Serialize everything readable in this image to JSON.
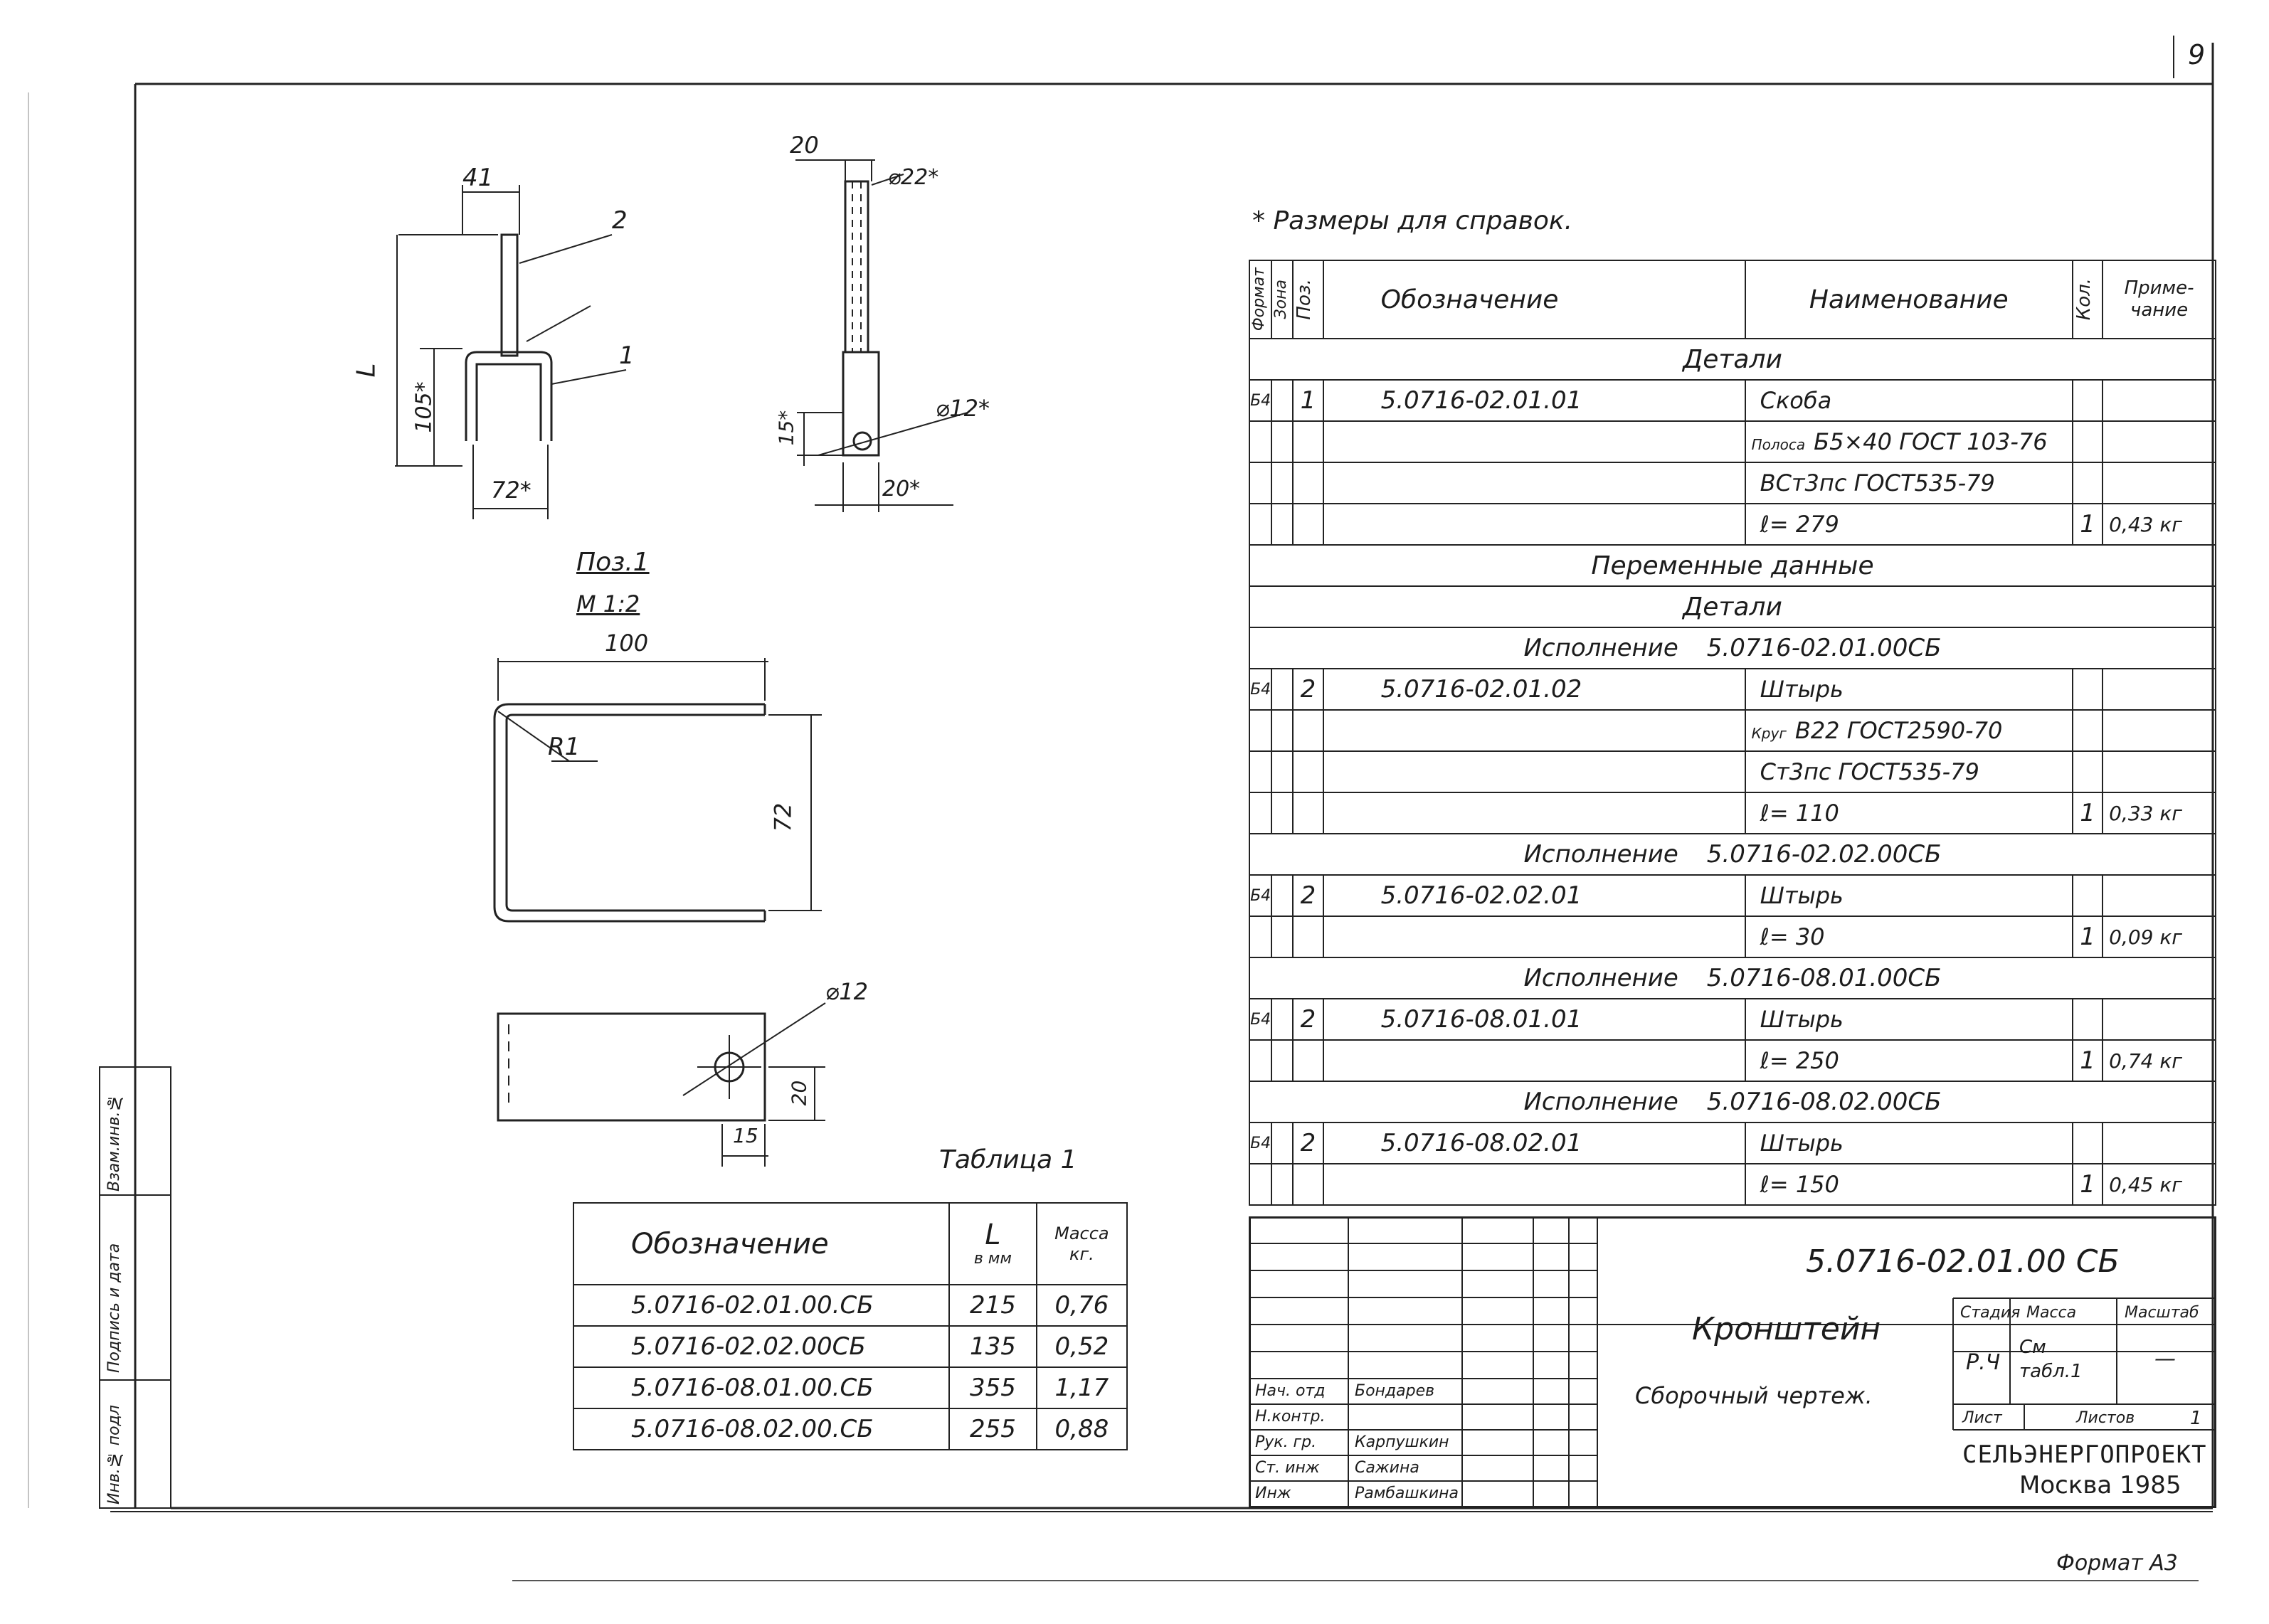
{
  "page_number": "9",
  "note": "* Размеры для справок.",
  "format_label": "Формат А3",
  "side_strip": [
    "Инв.№ подл",
    "Подпись и дата",
    "Взам.инв.№"
  ],
  "pos1": {
    "title": "Поз.1",
    "scale": "М 1:2"
  },
  "dims": {
    "assembly_side": {
      "w41": "41",
      "h105": "105*",
      "L": "L",
      "w72": "72*",
      "lbl2": "2",
      "lbl1": "1"
    },
    "assembly_front": {
      "w20top": "20",
      "d22": "⌀22*",
      "h15": "15*",
      "d12": "⌀12*",
      "w20bot": "20*"
    },
    "part1": {
      "w100": "100",
      "r1": "R1",
      "h72": "72"
    },
    "part1_plan": {
      "d12": "⌀12",
      "h20": "20",
      "w15": "15"
    }
  },
  "table1": {
    "title": "Таблица 1",
    "headers": {
      "designation": "Обозначение",
      "L": "L",
      "L_unit": "в мм",
      "mass": "Масса",
      "mass_unit": "кг."
    },
    "rows": [
      {
        "designation": "5.0716-02.01.00.СБ",
        "L": "215",
        "mass": "0,76"
      },
      {
        "designation": "5.0716-02.02.00СБ",
        "L": "135",
        "mass": "0,52"
      },
      {
        "designation": "5.0716-08.01.00.СБ",
        "L": "355",
        "mass": "1,17"
      },
      {
        "designation": "5.0716-08.02.00.СБ",
        "L": "255",
        "mass": "0,88"
      }
    ]
  },
  "spec": {
    "headers": {
      "format": "Формат",
      "zone": "Зона",
      "pos": "Поз.",
      "designation": "Обозначение",
      "name": "Наименование",
      "qty": "Кол.",
      "note": "Приме-чание"
    },
    "rows": [
      {
        "type": "section",
        "text": "Детали"
      },
      {
        "fmt": "Б4",
        "pos": "1",
        "des": "5.0716-02.01.01",
        "name": "Скоба",
        "qty": "",
        "note": ""
      },
      {
        "fmt": "",
        "pos": "",
        "des": "",
        "name": "Б5×40 ГОСТ 103-76",
        "qty": "",
        "note": "",
        "prefix": "Полоса"
      },
      {
        "fmt": "",
        "pos": "",
        "des": "",
        "name": "ВСт3пс ГОСТ535-79",
        "qty": "",
        "note": ""
      },
      {
        "fmt": "",
        "pos": "",
        "des": "",
        "name": "ℓ= 279",
        "qty": "1",
        "note": "0,43 кг"
      },
      {
        "type": "section",
        "text": "Переменные данные"
      },
      {
        "type": "section",
        "text": "Детали"
      },
      {
        "type": "exec",
        "label": "Исполнение",
        "code": "5.0716-02.01.00СБ"
      },
      {
        "fmt": "Б4",
        "pos": "2",
        "des": "5.0716-02.01.02",
        "name": "Штырь",
        "qty": "",
        "note": ""
      },
      {
        "fmt": "",
        "pos": "",
        "des": "",
        "name": "В22 ГОСТ2590-70",
        "qty": "",
        "note": "",
        "prefix": "Круг"
      },
      {
        "fmt": "",
        "pos": "",
        "des": "",
        "name": "Ст3пс ГОСТ535-79",
        "qty": "",
        "note": ""
      },
      {
        "fmt": "",
        "pos": "",
        "des": "",
        "name": "ℓ= 110",
        "qty": "1",
        "note": "0,33 кг"
      },
      {
        "type": "exec",
        "label": "Исполнение",
        "code": "5.0716-02.02.00СБ"
      },
      {
        "fmt": "Б4",
        "pos": "2",
        "des": "5.0716-02.02.01",
        "name": "Штырь",
        "qty": "",
        "note": ""
      },
      {
        "fmt": "",
        "pos": "",
        "des": "",
        "name": "ℓ= 30",
        "qty": "1",
        "note": "0,09 кг"
      },
      {
        "type": "exec",
        "label": "Исполнение",
        "code": "5.0716-08.01.00СБ"
      },
      {
        "fmt": "Б4",
        "pos": "2",
        "des": "5.0716-08.01.01",
        "name": "Штырь",
        "qty": "",
        "note": ""
      },
      {
        "fmt": "",
        "pos": "",
        "des": "",
        "name": "ℓ= 250",
        "qty": "1",
        "note": "0,74 кг"
      },
      {
        "type": "exec",
        "label": "Исполнение",
        "code": "5.0716-08.02.00СБ"
      },
      {
        "fmt": "Б4",
        "pos": "2",
        "des": "5.0716-08.02.01",
        "name": "Штырь",
        "qty": "",
        "note": ""
      },
      {
        "fmt": "",
        "pos": "",
        "des": "",
        "name": "ℓ= 150",
        "qty": "1",
        "note": "0,45 кг"
      }
    ]
  },
  "stamp": {
    "doc_code": "5.0716-02.01.00 СБ",
    "title": "Кронштейн",
    "subtitle": "Сборочный чертеж.",
    "stage_label": "Стадия",
    "mass_label": "Масса",
    "scale_label": "Масштаб",
    "stage": "Р.Ч",
    "mass": "См табл.1",
    "scale": "—",
    "sheet_label": "Лист",
    "sheets_label": "Листов",
    "sheets": "1",
    "org": "СЕЛЬЭНЕРГОПРОЕКТ",
    "city_year": "Москва 1985",
    "people": [
      {
        "role": "Нач. отд",
        "name": "Бондарев"
      },
      {
        "role": "Н.контр.",
        "name": ""
      },
      {
        "role": "Рук. гр.",
        "name": "Карпушкин"
      },
      {
        "role": "Ст. инж",
        "name": "Сажина"
      },
      {
        "role": "Инж",
        "name": "Рамбашкина"
      }
    ]
  }
}
